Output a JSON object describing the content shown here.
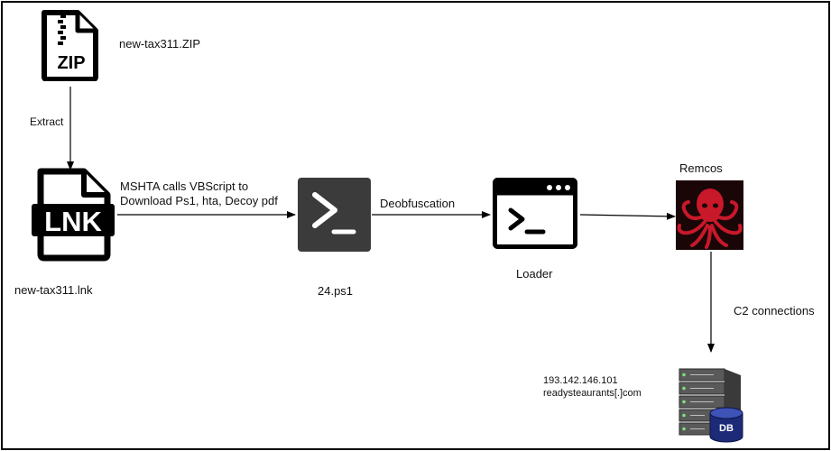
{
  "nodes": {
    "zip": {
      "label": "new-tax311.ZIP",
      "icon": "zip-file-icon",
      "badge": "ZIP"
    },
    "lnk": {
      "label": "new-tax311.lnk",
      "icon": "lnk-file-icon",
      "badge": "LNK"
    },
    "ps1": {
      "label": "24.ps1",
      "icon": "powershell-icon"
    },
    "loader": {
      "label": "Loader",
      "icon": "terminal-window-icon"
    },
    "remcos": {
      "label": "Remcos",
      "icon": "red-octopus-logo-icon"
    },
    "c2server": {
      "ip": "193.142.146.101",
      "domain": "readysteaurants[.]com",
      "icon": "database-server-icon",
      "badge": "DB"
    }
  },
  "edges": {
    "extract": "Extract",
    "mshta_line1": "MSHTA calls VBScript to",
    "mshta_line2": "Download Ps1, hta, Decoy pdf",
    "deobfuscation": "Deobfuscation",
    "c2": "C2 connections"
  },
  "colors": {
    "octopus_red": "#c8182a",
    "octopus_bg": "#1a0607",
    "powershell_bg": "#3b3b3b",
    "server_gray": "#5a5a5a",
    "db_blue": "#1c2a78"
  }
}
